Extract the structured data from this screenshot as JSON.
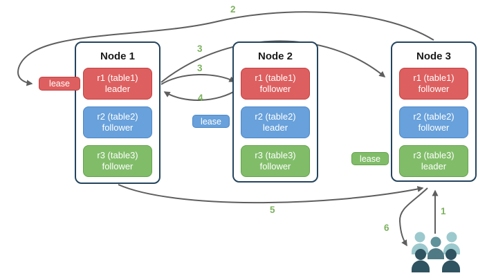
{
  "colors": {
    "red_fill": "#DE5F5F",
    "red_border": "#C24040",
    "blue_fill": "#68A1DB",
    "blue_border": "#4D87C7",
    "green_fill": "#81BD69",
    "green_border": "#63A24B",
    "node_border": "#23445D",
    "arrow": "#5E5E5E",
    "step_label": "#7CB25E",
    "users_back": "#9CC9CD",
    "users_mid_head": "#5F929B",
    "users_mid_body": "#4F7A85",
    "users_front": "#2F5360"
  },
  "nodes": [
    {
      "title": "Node 1",
      "replicas": [
        {
          "name": "r1 (table1)",
          "role": "leader"
        },
        {
          "name": "r2 (table2)",
          "role": "follower"
        },
        {
          "name": "r3 (table3)",
          "role": "follower"
        }
      ]
    },
    {
      "title": "Node 2",
      "replicas": [
        {
          "name": "r1 (table1)",
          "role": "follower"
        },
        {
          "name": "r2 (table2)",
          "role": "leader"
        },
        {
          "name": "r3 (table3)",
          "role": "follower"
        }
      ]
    },
    {
      "title": "Node 3",
      "replicas": [
        {
          "name": "r1 (table1)",
          "role": "follower"
        },
        {
          "name": "r2 (table2)",
          "role": "follower"
        },
        {
          "name": "r3 (table3)",
          "role": "leader"
        }
      ]
    }
  ],
  "leases": {
    "red": "lease",
    "blue": "lease",
    "green": "lease"
  },
  "steps": {
    "s1": "1",
    "s2": "2",
    "s3a": "3",
    "s3b": "3",
    "s4": "4",
    "s5": "5",
    "s6": "6"
  }
}
